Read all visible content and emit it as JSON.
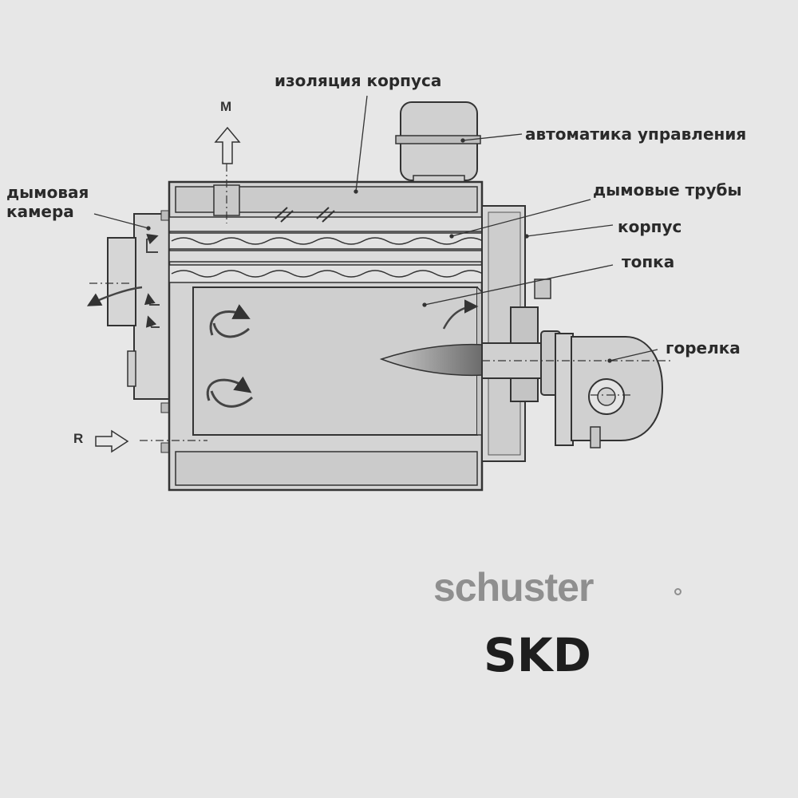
{
  "labels": {
    "insulation": "изоляция корпуса",
    "automation": "автоматика управления",
    "smoke_chamber_line1": "дымовая",
    "smoke_chamber_line2": "камера",
    "smoke_tubes": "дымовые трубы",
    "housing": "корпус",
    "furnace": "топка",
    "burner": "горелка"
  },
  "flow_markers": {
    "supply": "M",
    "return": "R"
  },
  "brand": {
    "name": "schuster",
    "model": "SKD"
  },
  "colors": {
    "background": "#e7e7e7",
    "body_fill": "#d4d4d4",
    "outline": "#333333",
    "brand_gray": "#8f8f8f",
    "label_text": "#2a2a2a"
  }
}
